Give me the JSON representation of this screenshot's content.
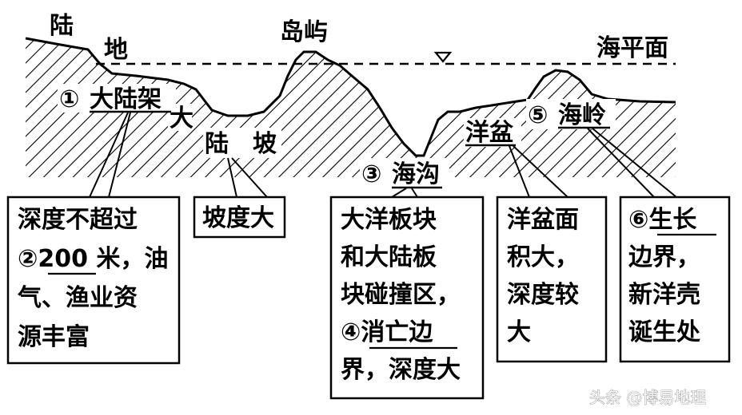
{
  "title_labels": {
    "continent": "陆",
    "land": "地",
    "island": "岛屿",
    "sea_level": "海平面",
    "continental_slope_part1": "陆",
    "continental_slope_part2": "坡",
    "shelf_big": "大"
  },
  "features": {
    "shelf": {
      "num": "①",
      "name": "大陆架"
    },
    "trench": {
      "num": "③",
      "name": "海沟"
    },
    "basin": {
      "name": "洋盆"
    },
    "ridge": {
      "num": "⑤",
      "name": "海岭"
    }
  },
  "boxes": {
    "shelf_box": {
      "lines": [
        "深度不超过",
        "②200 米，油",
        "气、渔业资",
        "源丰富"
      ]
    },
    "slope_box": {
      "lines": [
        "坡度大"
      ]
    },
    "trench_box": {
      "lines": [
        "大洋板块",
        "和大陆板",
        "块碰撞区，",
        "④消亡边",
        "界，深度大"
      ]
    },
    "basin_box": {
      "lines": [
        "洋盆面",
        "积大，",
        "深度较",
        "大"
      ]
    },
    "ridge_box": {
      "lines": [
        "⑥生长",
        "边界，",
        "新洋壳",
        "诞生处"
      ]
    }
  },
  "watermark": "头条 @博易地理"
}
